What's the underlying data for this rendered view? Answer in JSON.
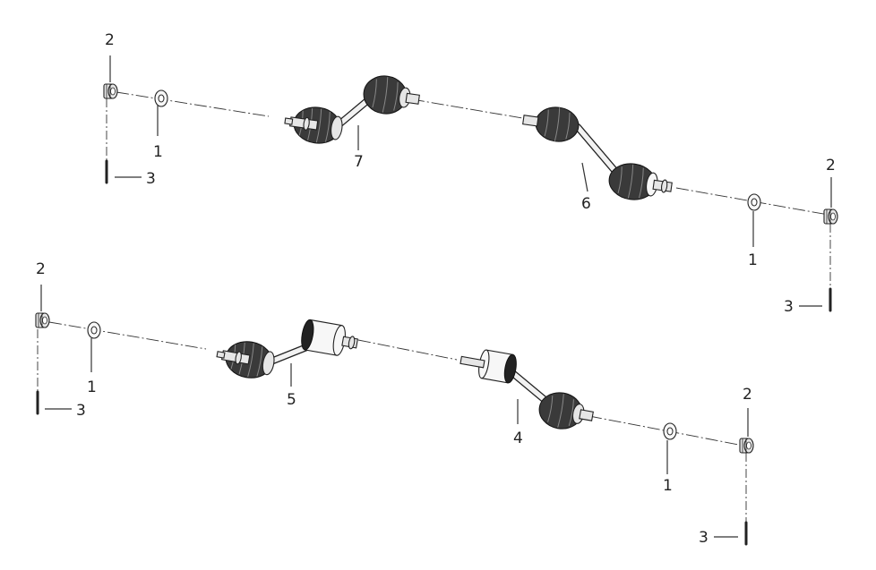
{
  "callouts": {
    "washer": "1",
    "nut": "2",
    "cotter_pin": "3",
    "shaft_rear_right": "4",
    "shaft_rear_left": "5",
    "shaft_front_right": "6",
    "shaft_front_left": "7"
  }
}
